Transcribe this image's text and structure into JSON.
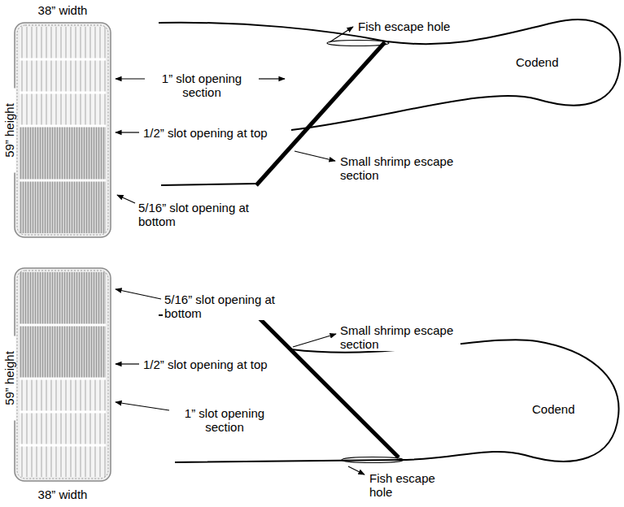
{
  "diagram": {
    "labels": [
      "38” width",
      "Fish escape hole",
      "59” height",
      "1” slot opening section",
      "Codend",
      "1/2” slot opening at top",
      "Small shrimp escape section",
      "5/16” slot opening at bottom",
      "5/16” slot opening at bottom",
      "Small shrimp escape section",
      "59” height",
      "1/2” slot opening at top",
      "Codend",
      "1” slot opening section",
      "38” width",
      "Fish escape hole"
    ]
  }
}
